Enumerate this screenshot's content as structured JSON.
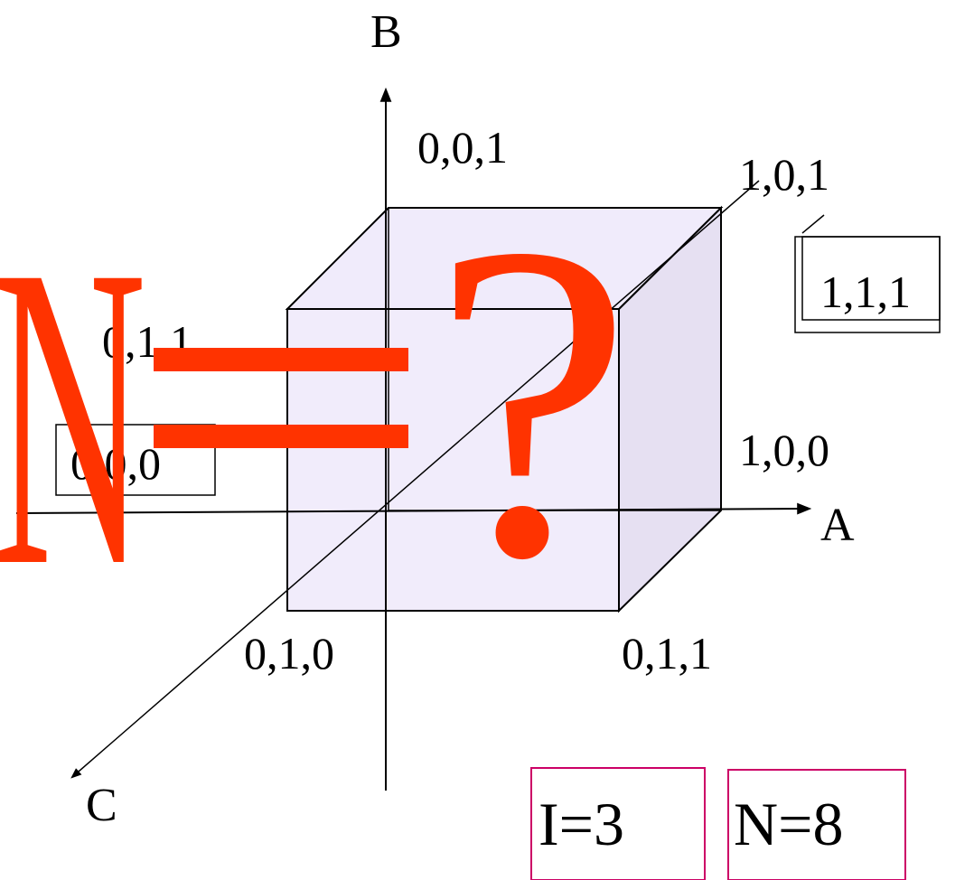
{
  "axes": {
    "a_label": "A",
    "b_label": "B",
    "c_label": "C"
  },
  "vertices": {
    "v001": "0,0,1",
    "v101": "1,0,1",
    "v111": "1,1,1",
    "v011": "0,1,1",
    "v000": "0,0,0",
    "v100": "1,0,0",
    "v010": "0,1,0",
    "v011_front": "0,1,1"
  },
  "overlay": {
    "n_letter": "N",
    "equals": "=",
    "question": "?"
  },
  "stats": {
    "i_value": "I=3",
    "n_value": "N=8"
  },
  "colors": {
    "cube_fill": "#eee8fa",
    "cube_side": "#e4ddf0",
    "overlay_red": "#ff3300",
    "stat_border": "#cc0066"
  }
}
